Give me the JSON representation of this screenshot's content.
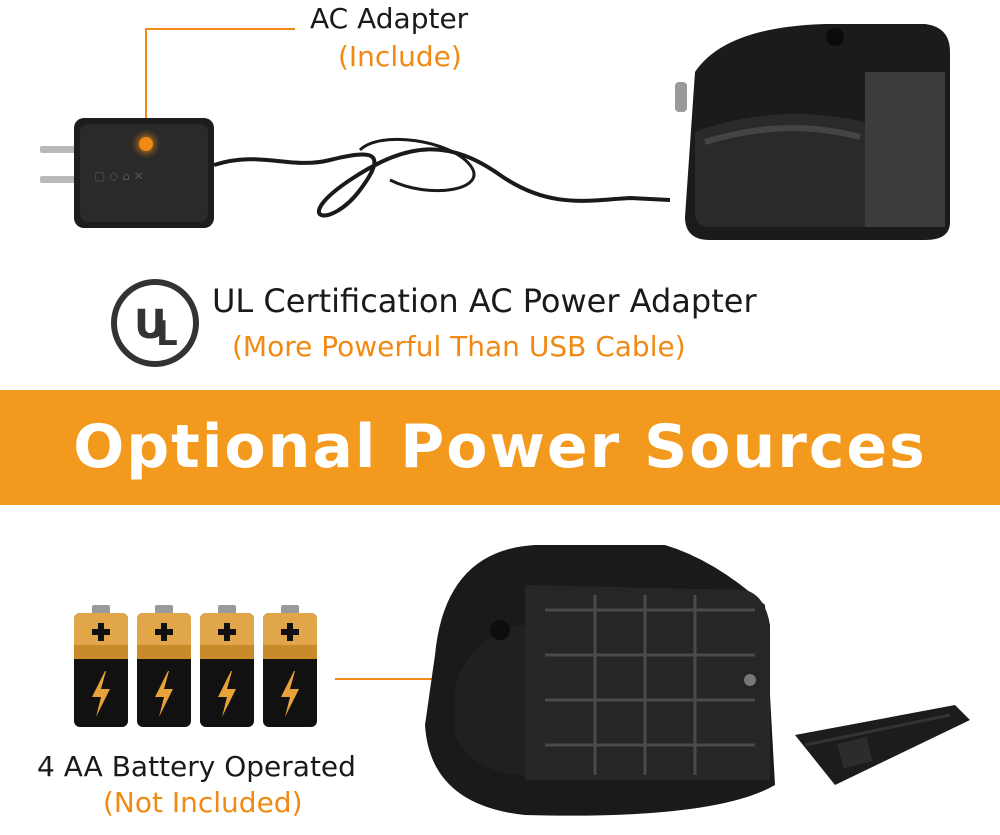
{
  "adapter": {
    "title": "AC Adapter",
    "note": "(Include)"
  },
  "certification": {
    "title": "UL Certification AC Power Adapter",
    "note": "(More Powerful Than USB Cable)",
    "icon": "ul-logo-icon"
  },
  "banner": {
    "title": "Optional Power Sources"
  },
  "battery": {
    "title": "4 AA Battery Operated",
    "note": "(Not Included)",
    "count": 4
  },
  "colors": {
    "accent": "#f39a1e",
    "text": "#1a1a1a",
    "banner_text": "#ffffff"
  }
}
